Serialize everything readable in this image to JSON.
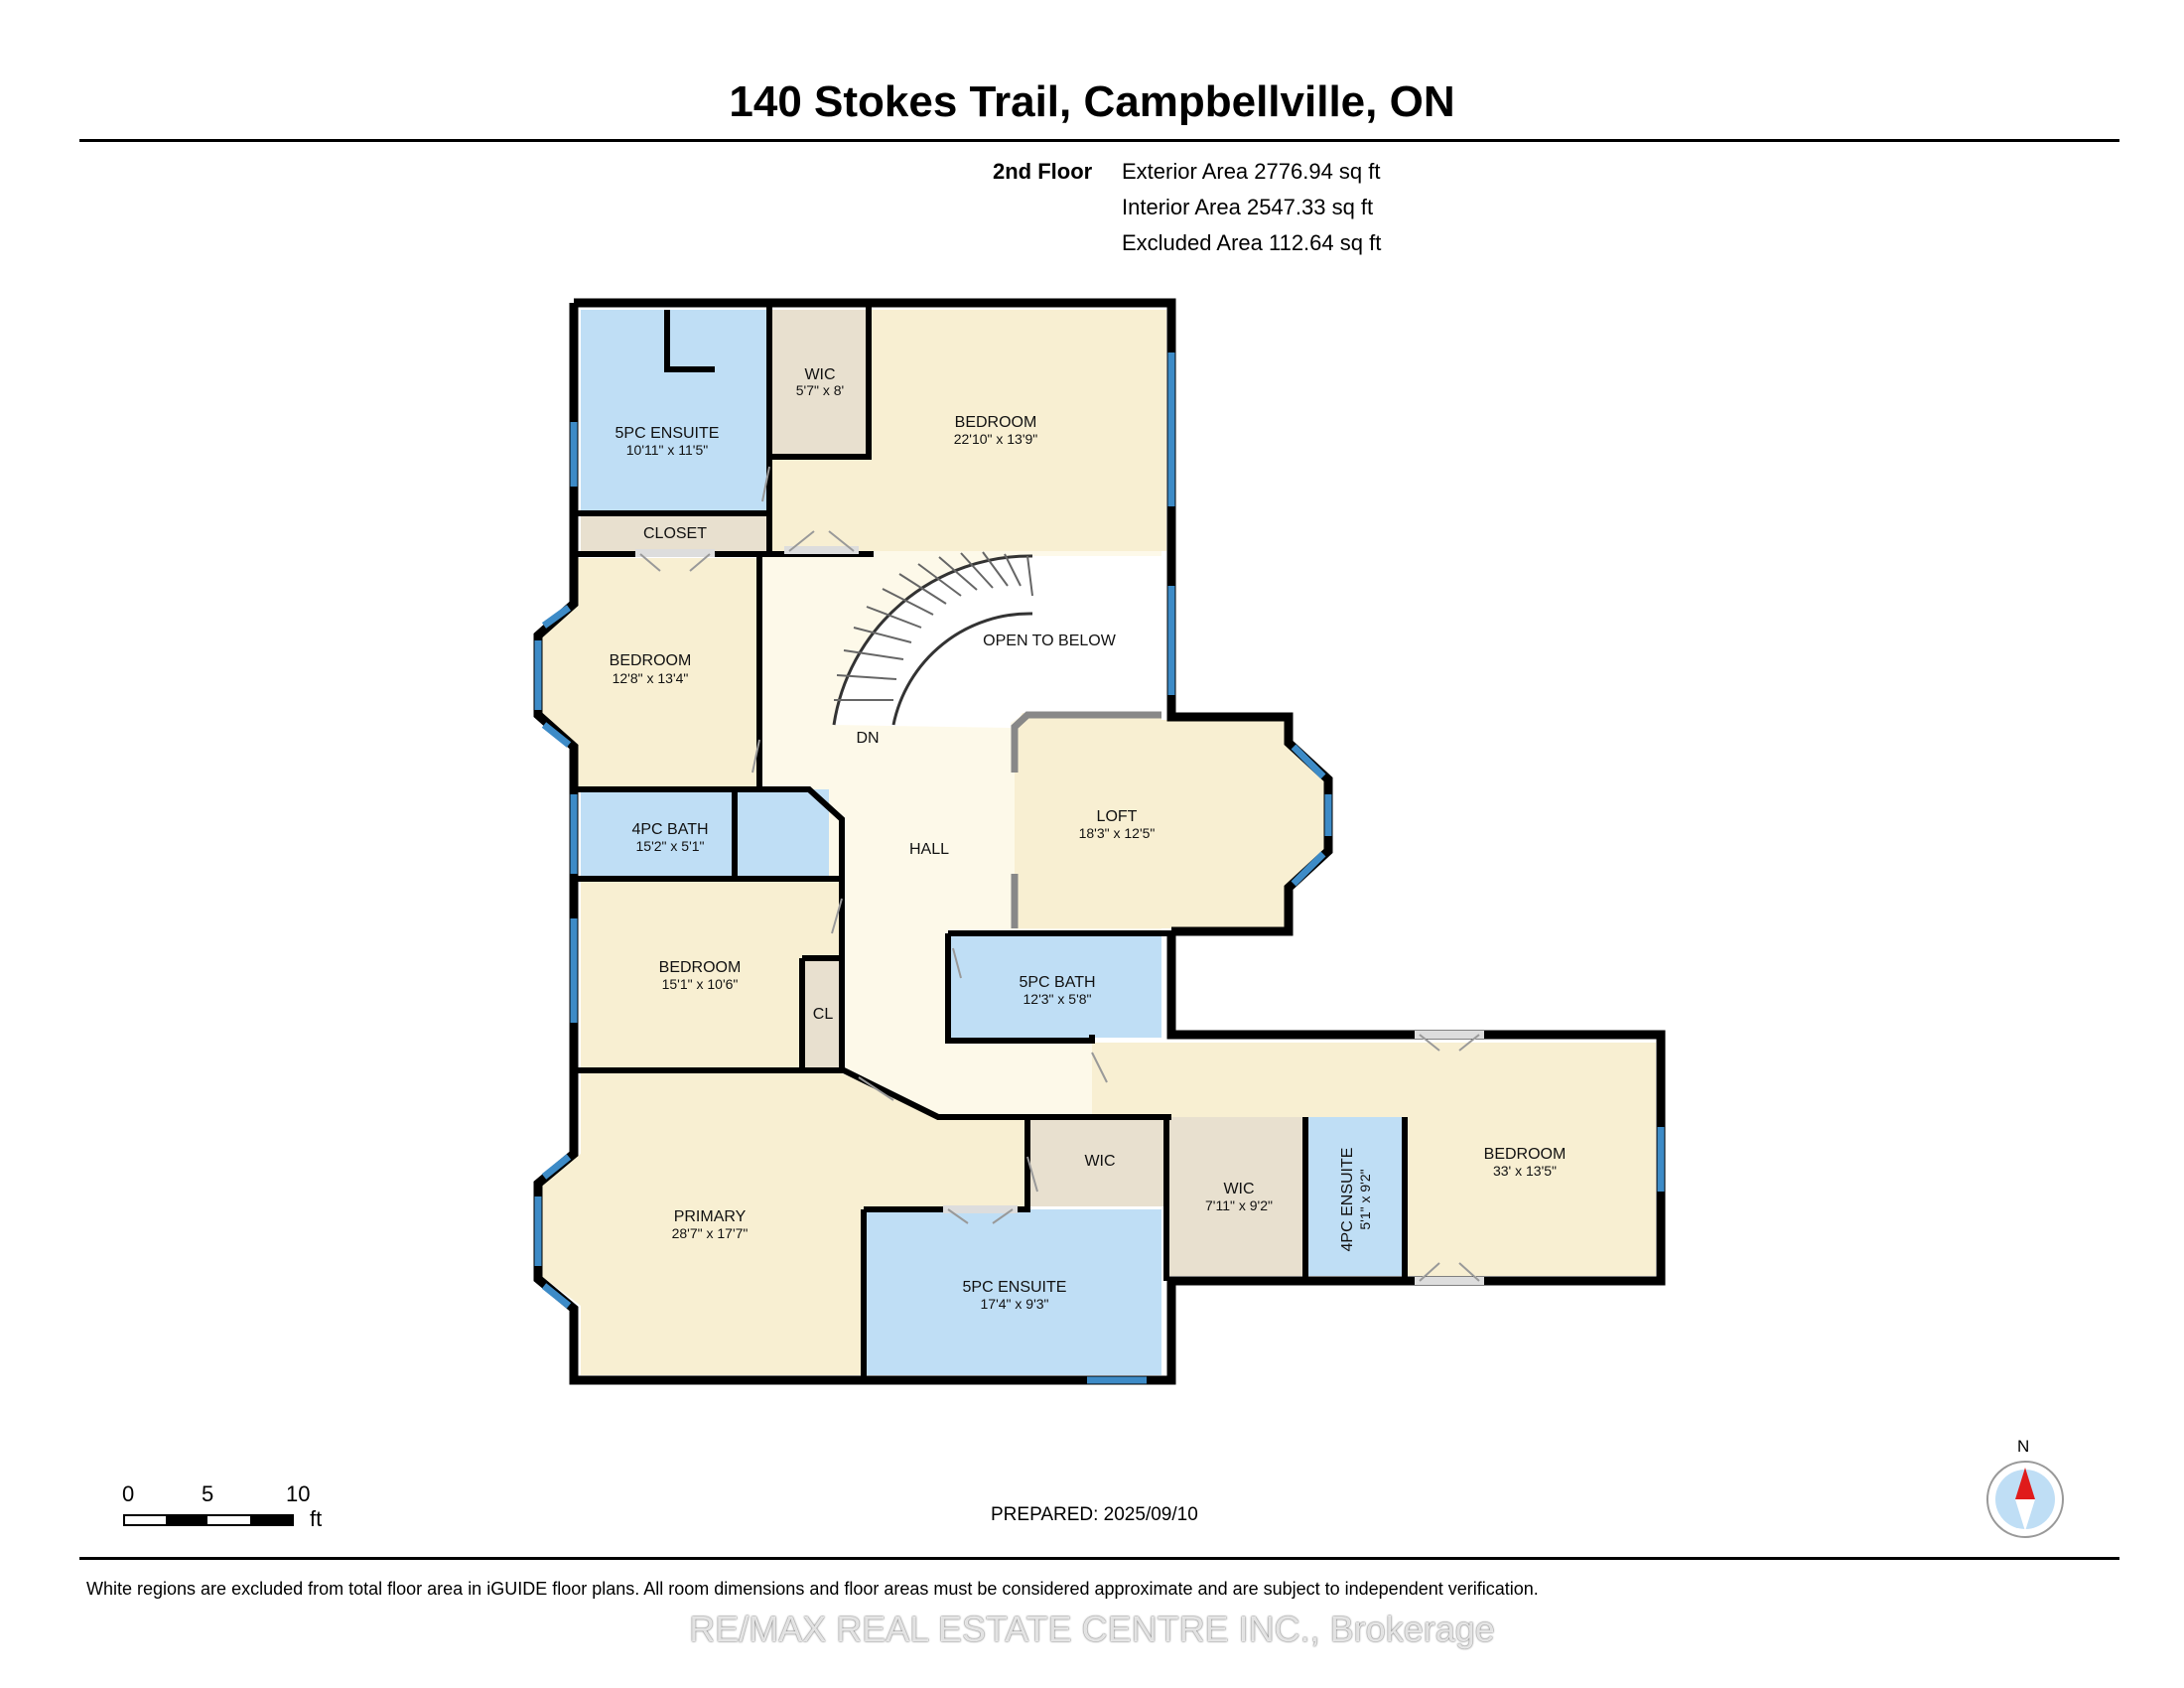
{
  "header": {
    "address": "140 Stokes Trail, Campbellville, ON",
    "floor": "2nd Floor",
    "exterior_area": "Exterior Area 2776.94 sq ft",
    "interior_area": "Interior Area 2547.33 sq ft",
    "excluded_area": "Excluded Area 112.64 sq ft"
  },
  "colors": {
    "yellow": "#f8efd2",
    "hall": "#fdf9e9",
    "blue": "#bfdef5",
    "tan": "#e8e0cf",
    "wall": "#000000",
    "window": "#3d8bc7"
  },
  "rooms": {
    "ensuite_top": {
      "name": "5PC ENSUITE",
      "dim": "10'11\" x 11'5\""
    },
    "wic_top": {
      "name": "WIC",
      "dim": "5'7\" x 8'"
    },
    "bedroom_top": {
      "name": "BEDROOM",
      "dim": "22'10\" x 13'9\""
    },
    "closet": {
      "name": "CLOSET"
    },
    "bedroom_left": {
      "name": "BEDROOM",
      "dim": "12'8\" x 13'4\""
    },
    "open_to_below": {
      "name": "OPEN TO BELOW"
    },
    "dn": {
      "name": "DN"
    },
    "loft": {
      "name": "LOFT",
      "dim": "18'3\" x 12'5\""
    },
    "bath_4pc": {
      "name": "4PC BATH",
      "dim": "15'2\" x 5'1\""
    },
    "hall": {
      "name": "HALL"
    },
    "bedroom_mid": {
      "name": "BEDROOM",
      "dim": "15'1\" x 10'6\""
    },
    "cl": {
      "name": "CL"
    },
    "bath_5pc": {
      "name": "5PC BATH",
      "dim": "12'3\" x 5'8\""
    },
    "primary": {
      "name": "PRIMARY",
      "dim": "28'7\" x 17'7\""
    },
    "wic_mid": {
      "name": "WIC"
    },
    "wic_right": {
      "name": "WIC",
      "dim": "7'11\" x 9'2\""
    },
    "ensuite_4pc": {
      "name": "4PC ENSUITE",
      "dim": "5'1\" x 9'2\""
    },
    "bedroom_right": {
      "name": "BEDROOM",
      "dim": "33' x 13'5\""
    },
    "ensuite_bottom": {
      "name": "5PC ENSUITE",
      "dim": "17'4\" x 9'3\""
    }
  },
  "scale": {
    "t0": "0",
    "t5": "5",
    "t10": "10",
    "unit": "ft"
  },
  "compass": {
    "north": "N"
  },
  "prepared": "PREPARED: 2025/09/10",
  "disclaimer": "White regions are excluded from total floor area in iGUIDE floor plans. All room dimensions and floor areas must be considered approximate and are subject to independent verification.",
  "watermark": "RE/MAX REAL ESTATE CENTRE INC., Brokerage"
}
